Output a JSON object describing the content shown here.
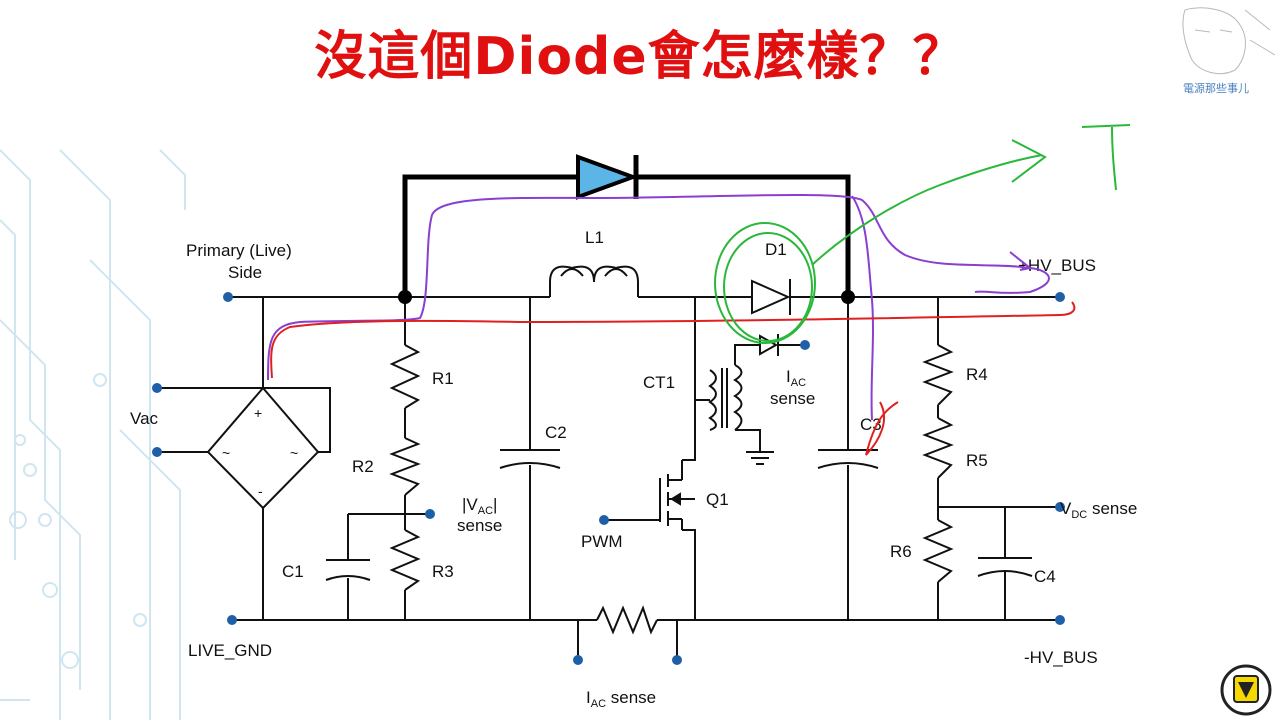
{
  "slide": {
    "title": "沒這個Diode會怎麼樣？？",
    "watermark": "電源那些事儿"
  },
  "labels": {
    "primary_live": "Primary (Live)",
    "side": "Side",
    "vac": "Vac",
    "live_gnd": "LIVE_GND",
    "r1": "R1",
    "r2": "R2",
    "r3": "R3",
    "c1": "C1",
    "c2": "C2",
    "c3": "C3",
    "c4": "C4",
    "l1": "L1",
    "d1": "D1",
    "ct1": "CT1",
    "q1": "Q1",
    "pwm": "PWM",
    "r4": "R4",
    "r5": "R5",
    "r6": "R6",
    "vac_sense_a": "|V",
    "vac_sense_sub": "AC",
    "vac_sense_b": "|",
    "vac_sense_c": "sense",
    "iac_top_a": "I",
    "iac_top_sub": "AC",
    "iac_top_c": "sense",
    "iac_bot_a": "I",
    "iac_bot_sub": "AC",
    "iac_bot_b": " sense",
    "vdc_a": "V",
    "vdc_sub": "DC",
    "vdc_b": " sense",
    "hv_pos": "+HV_BUS",
    "hv_neg": "-HV_BUS",
    "bridge_plus": "+",
    "bridge_minus": "-",
    "bridge_tilde_l": "~",
    "bridge_tilde_r": "~",
    "annotation_t": "T"
  },
  "colors": {
    "title": "#e01010",
    "wire": "#111111",
    "terminal": "#1f5fa8",
    "bypass_diode_fill": "#5bb5e6",
    "purple_path": "#8a3fd0",
    "red_path": "#e02020",
    "green_mark": "#2ab83a",
    "bold_wire": "#000000"
  }
}
